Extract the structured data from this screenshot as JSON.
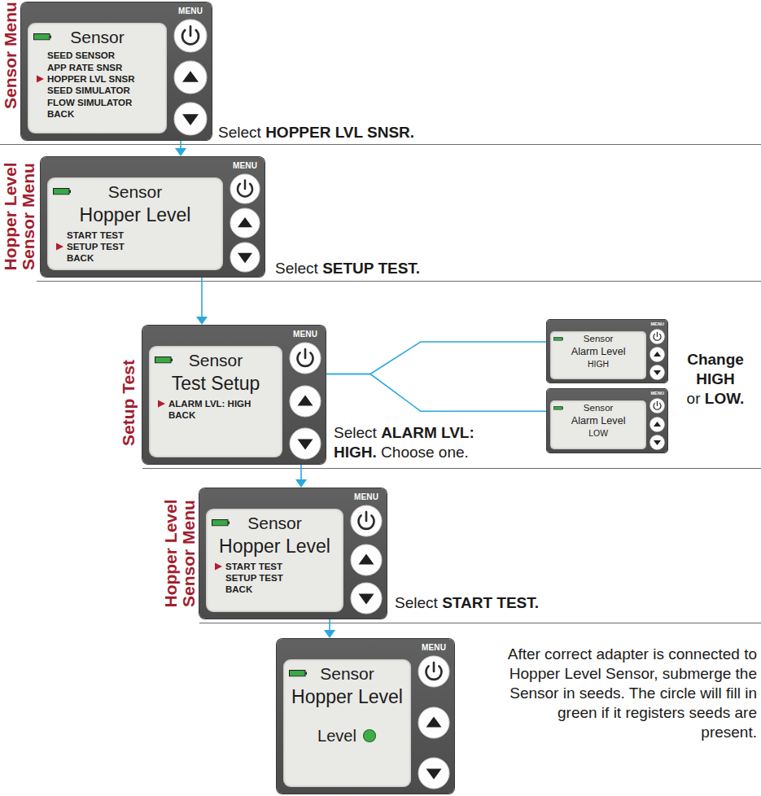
{
  "diagram": {
    "nodes": [
      {
        "text": [
          "Sensor",
          "SEED SENSOR",
          "APP RATE SNSR",
          "HOPPER LVL SNSR",
          "SEED SIMULATOR",
          "FLOW SIMULATOR",
          "BACK",
          "MENU"
        ]
      },
      {
        "text": [
          "Sensor",
          "Hopper Level",
          "START TEST",
          "SETUP TEST",
          "BACK",
          "MENU"
        ]
      },
      {
        "text": [
          "Sensor",
          "Test Setup",
          "ALARM LVL: HIGH",
          "BACK",
          "MENU"
        ]
      },
      {
        "text": [
          "Sensor",
          "Alarm Level",
          "HIGH",
          "MENU"
        ]
      },
      {
        "text": [
          "Sensor",
          "Alarm Level",
          "LOW",
          "MENU"
        ]
      },
      {
        "text": [
          "Sensor",
          "Hopper Level",
          "START TEST",
          "SETUP TEST",
          "BACK",
          "MENU"
        ]
      },
      {
        "text": [
          "Sensor",
          "Hopper Level",
          "Level",
          "MENU"
        ]
      }
    ],
    "edges": [
      {
        "from": 0,
        "to": 1,
        "arrow": "to"
      },
      {
        "from": 1,
        "to": 2,
        "arrow": "to"
      },
      {
        "from": 2,
        "to": 3,
        "arrow": "none"
      },
      {
        "from": 2,
        "to": 4,
        "arrow": "none"
      },
      {
        "from": 2,
        "to": 5,
        "arrow": "to"
      },
      {
        "from": 5,
        "to": 6,
        "arrow": "to"
      }
    ],
    "labels": [
      "Sensor Menu",
      "Select",
      "HOPPER LVL SNSR.",
      "Hopper Level Sensor Menu",
      "Select",
      "SETUP TEST.",
      "Setup Test",
      "Select",
      "ALARM LVL: HIGH.",
      "Choose one.",
      "Change",
      "HIGH",
      "or",
      "LOW.",
      "Hopper Level Sensor Menu",
      "Select",
      "START TEST.",
      "After correct adapter is connected to Hopper Level Sensor, submerge the Sensor in seeds. The circle will fill in green if it registers seeds are present."
    ]
  }
}
